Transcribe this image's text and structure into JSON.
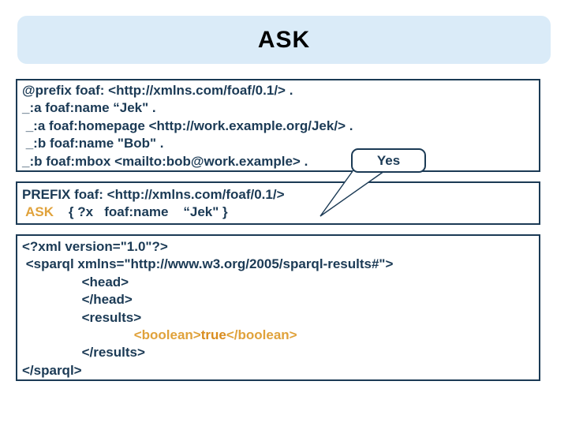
{
  "title": "ASK",
  "colors": {
    "text_navy": "#1b3a55",
    "accent_orange": "#e0a23b",
    "value_orange": "#d98c1e",
    "title_background": "#daebf8",
    "page_background": "#ffffff"
  },
  "data_box": {
    "lines": [
      "@prefix foaf: <http://xmlns.com/foaf/0.1/> .",
      "_:a foaf:name “Jek\" .",
      " _:a foaf:homepage <http://work.example.org/Jek/> .",
      " _:b foaf:name \"Bob\" .",
      "_:b foaf:mbox <mailto:bob@work.example> ."
    ]
  },
  "query_box": {
    "prefix_line": "PREFIX foaf: <http://xmlns.com/foaf/0.1/>",
    "ask_keyword": " ASK",
    "ask_body": "    { ?x   foaf:name    “Jek\" }"
  },
  "callout": {
    "label": "Yes"
  },
  "result_box": {
    "lines_top": [
      "<?xml version=\"1.0\"?>",
      " <sparql xmlns=\"http://www.w3.org/2005/sparql-results#\">",
      "                <head>",
      "                </head>",
      "                <results>"
    ],
    "boolean_line": {
      "indent": "                              ",
      "open_tag": "<boolean>",
      "value": "true",
      "close_tag": "</boolean>"
    },
    "lines_bottom": [
      "                </results>",
      "</sparql>"
    ]
  }
}
